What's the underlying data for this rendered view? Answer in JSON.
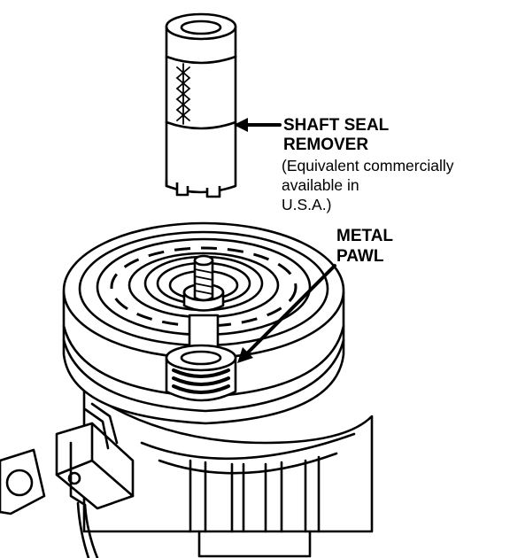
{
  "labels": {
    "remover_line1": "SHAFT SEAL",
    "remover_line2": "REMOVER",
    "remover_note1": "(Equivalent commercially",
    "remover_note2": "available in",
    "remover_note3": "U.S.A.)",
    "pawl_line1": "METAL",
    "pawl_line2": "PAWL"
  }
}
